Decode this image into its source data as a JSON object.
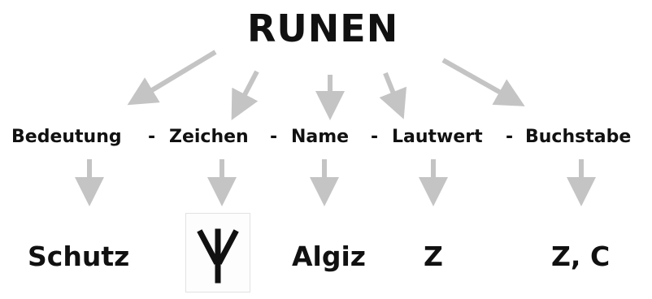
{
  "title": "RUNEN",
  "categories": [
    "Bedeutung",
    "Zeichen",
    "Name",
    "Lautwert",
    "Buchstabe"
  ],
  "separator": "-",
  "values": {
    "meaning": "Schutz",
    "name": "Algiz",
    "sound": "Z",
    "letter": "Z, C"
  },
  "rune_glyph": "algiz-rune",
  "colors": {
    "text": "#111111",
    "arrow": "#c4c4c4"
  }
}
